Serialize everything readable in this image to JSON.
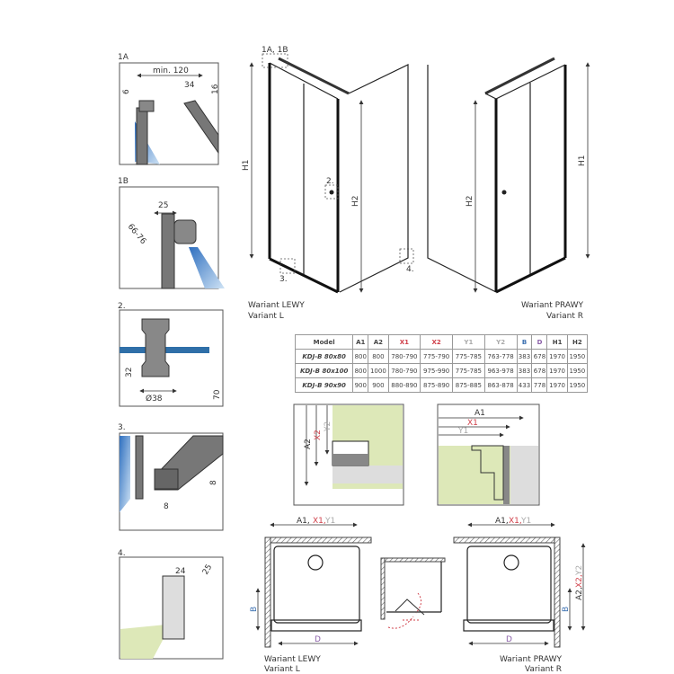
{
  "details": {
    "d1a": {
      "label": "1A",
      "dims": [
        "min. 120",
        "34",
        "6",
        "16"
      ]
    },
    "d1b": {
      "label": "1B",
      "dims": [
        "25",
        "66-76"
      ]
    },
    "d2": {
      "label": "2.",
      "dims": [
        "32",
        "Ø38",
        "70"
      ]
    },
    "d3": {
      "label": "3.",
      "dims": [
        "8",
        "8"
      ]
    },
    "d4": {
      "label": "4.",
      "dims": [
        "24",
        "25"
      ]
    }
  },
  "views": {
    "left": {
      "callout_top": "1A, 1B",
      "callout_handle": "2.",
      "callout_bottom": "3.",
      "callout_wall": "4.",
      "h1": "H1",
      "h2": "H2",
      "variant_pl": "Wariant LEWY",
      "variant_en": "Variant L"
    },
    "right": {
      "h1": "H1",
      "h2": "H2",
      "variant_pl": "Wariant PRAWY",
      "variant_en": "Variant R"
    }
  },
  "table": {
    "headers": [
      "Model",
      "A1",
      "A2",
      "X1",
      "X2",
      "Y1",
      "Y2",
      "B",
      "D",
      "H1",
      "H2"
    ],
    "header_colors": [
      "#444444",
      "#444444",
      "#444444",
      "#d0404a",
      "#d0404a",
      "#aaaaaa",
      "#aaaaaa",
      "#3a6fb0",
      "#8a5fa8",
      "#444444",
      "#444444"
    ],
    "rows": [
      [
        "KDJ-B 80x80",
        "800",
        "800",
        "780-790",
        "775-790",
        "775-785",
        "763-778",
        "383",
        "678",
        "1970",
        "1950"
      ],
      [
        "KDJ-B 80x100",
        "800",
        "1000",
        "780-790",
        "975-990",
        "775-785",
        "963-978",
        "383",
        "678",
        "1970",
        "1950"
      ],
      [
        "KDJ-B 90x90",
        "900",
        "900",
        "880-890",
        "875-890",
        "875-885",
        "863-878",
        "433",
        "778",
        "1970",
        "1950"
      ]
    ]
  },
  "install": {
    "left": {
      "a2": "A2",
      "x2": "X2",
      "y2": "Y2"
    },
    "right": {
      "a1": "A1",
      "x1": "X1",
      "y1": "Y1"
    }
  },
  "plans": {
    "left": {
      "a1": "A1,",
      "x1": "X1,",
      "y1": "Y1",
      "b": "B",
      "d": "D",
      "variant_pl": "Wariant LEWY",
      "variant_en": "Variant L"
    },
    "right": {
      "a1": "A1,",
      "x1": "X1,",
      "y1": "Y1",
      "a2": "A2,",
      "x2": "X2,",
      "y2": "Y2",
      "b": "B",
      "d": "D",
      "variant_pl": "Wariant PRAWY",
      "variant_en": "Variant R"
    }
  },
  "colors": {
    "x": "#d0404a",
    "y": "#aaaaaa",
    "b": "#3a6fb0",
    "d": "#8a5fa8",
    "wall_green": "#dde8b8",
    "glass_blue": "#3d7fc8"
  }
}
